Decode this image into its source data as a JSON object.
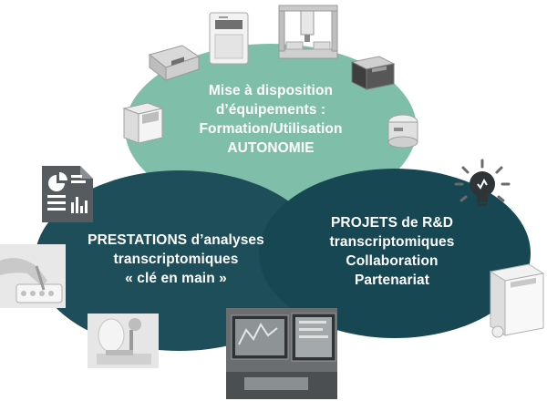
{
  "colors": {
    "top": "#7fbfaa",
    "left": "#1d4e59",
    "right": "#164753",
    "text": "#ffffff"
  },
  "circles": {
    "top": {
      "lines": [
        "Mise à disposition",
        "d’équipements :",
        "Formation/Utilisation",
        "AUTONOMIE"
      ]
    },
    "left": {
      "lines": [
        "PRESTATIONS d’analyses",
        "transcriptomiques",
        "« clé en main »"
      ]
    },
    "right": {
      "lines": [
        "PROJETS de R&D",
        "transcriptomiques",
        "Collaboration",
        "Partenariat"
      ]
    }
  },
  "decorations": [
    "thermocycler-icon",
    "sequencer-icon",
    "liquid-handler-icon",
    "analyzer-icon",
    "centrifuge-icon",
    "incubator-icon",
    "report-document-icon",
    "pipetting-photo",
    "lab-technician-photo",
    "computer-workstation-photo",
    "lightbulb-idea-icon",
    "sample-instrument-icon"
  ]
}
